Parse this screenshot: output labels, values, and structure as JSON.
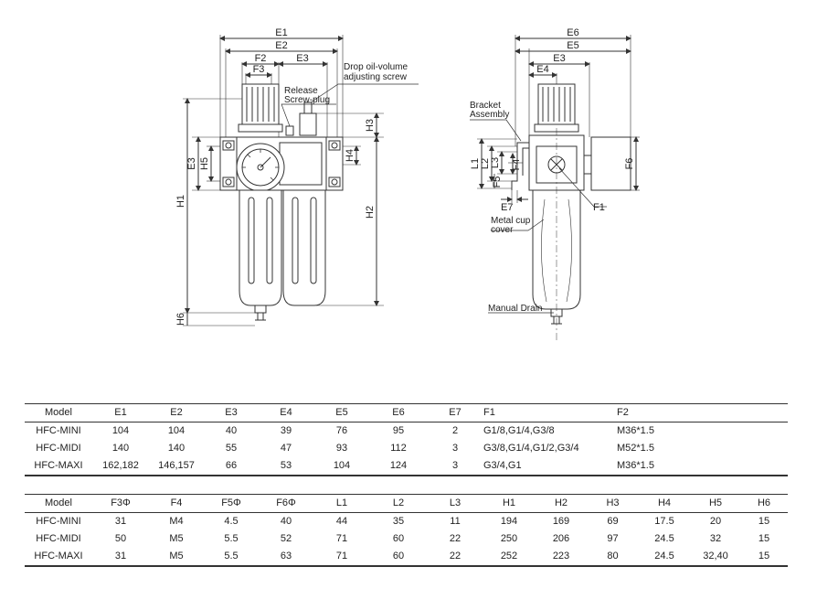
{
  "front_view": {
    "dims": {
      "E1": "E1",
      "E2": "E2",
      "E3": "E3",
      "F2": "F2",
      "F3": "F3",
      "H1": "H1",
      "H2": "H2",
      "H3": "H3",
      "H4": "H4",
      "H5": "H5",
      "H6": "H6",
      "E3v": "E3"
    },
    "callouts": {
      "drop_oil_1": "Drop oil-volume",
      "drop_oil_2": "adjusting screw",
      "release_1": "Release",
      "release_2": "Screw-plug"
    }
  },
  "side_view": {
    "dims": {
      "E6": "E6",
      "E5": "E5",
      "E3": "E3",
      "E4": "E4",
      "L1": "L1",
      "L2": "L2",
      "L3": "L3",
      "F4": "F4",
      "F5": "F5",
      "E7": "E7",
      "F6": "F6",
      "F1": "F1"
    },
    "callouts": {
      "bracket_1": "Bracket",
      "bracket_2": "Assembly",
      "metal_cup_1": "Metal cup",
      "metal_cup_2": "cover",
      "manual_drain": "Manual Drain"
    }
  },
  "table1": {
    "headers": [
      "Model",
      "E1",
      "E2",
      "E3",
      "E4",
      "E5",
      "E6",
      "E7",
      "F1",
      "F2"
    ],
    "rows": [
      [
        "HFC-MINI",
        "104",
        "104",
        "40",
        "39",
        "76",
        "95",
        "2",
        "G1/8,G1/4,G3/8",
        "M36*1.5"
      ],
      [
        "HFC-MIDI",
        "140",
        "140",
        "55",
        "47",
        "93",
        "112",
        "3",
        "G3/8,G1/4,G1/2,G3/4",
        "M52*1.5"
      ],
      [
        "HFC-MAXI",
        "162,182",
        "146,157",
        "66",
        "53",
        "104",
        "124",
        "3",
        "G3/4,G1",
        "M36*1.5"
      ]
    ]
  },
  "table2": {
    "headers": [
      "Model",
      "F3Φ",
      "F4",
      "F5Φ",
      "F6Φ",
      "L1",
      "L2",
      "L3",
      "H1",
      "H2",
      "H3",
      "H4",
      "H5",
      "H6"
    ],
    "rows": [
      [
        "HFC-MINI",
        "31",
        "M4",
        "4.5",
        "40",
        "44",
        "35",
        "11",
        "194",
        "169",
        "69",
        "17.5",
        "20",
        "15"
      ],
      [
        "HFC-MIDI",
        "50",
        "M5",
        "5.5",
        "52",
        "71",
        "60",
        "22",
        "250",
        "206",
        "97",
        "24.5",
        "32",
        "15"
      ],
      [
        "HFC-MAXI",
        "31",
        "M5",
        "5.5",
        "63",
        "71",
        "60",
        "22",
        "252",
        "223",
        "80",
        "24.5",
        "32,40",
        "15"
      ]
    ]
  }
}
